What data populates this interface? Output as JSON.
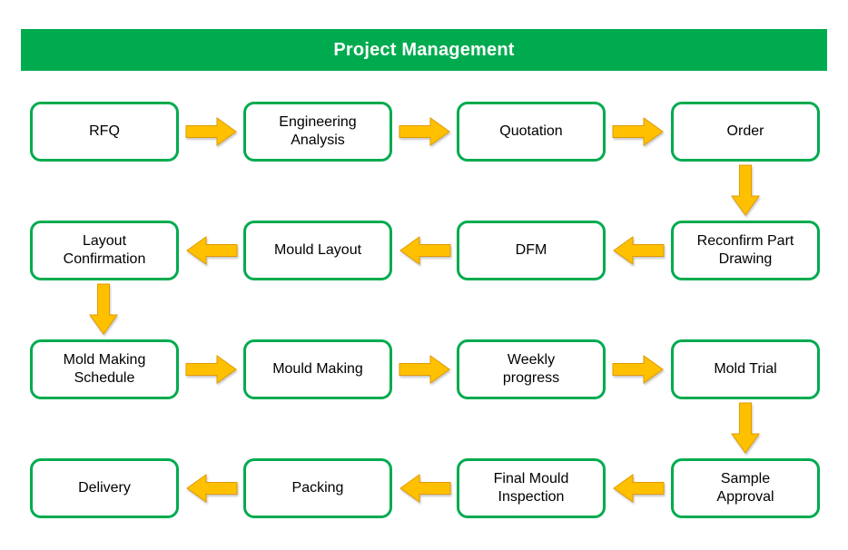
{
  "title": "Project Management",
  "colors": {
    "green": "#00AB4F",
    "arrow_fill": "#FFC000",
    "arrow_outline": "#E09A00",
    "box_background": "#FFFFFF",
    "text": "#000000",
    "title_text": "#FFFFFF"
  },
  "flow": {
    "rows": [
      {
        "direction": "right",
        "boxes": [
          "RFQ",
          "Engineering\nAnalysis",
          "Quotation",
          "Order"
        ]
      },
      {
        "direction": "left",
        "boxes": [
          "Layout\nConfirmation",
          "Mould Layout",
          "DFM",
          "Reconfirm Part\nDrawing"
        ]
      },
      {
        "direction": "right",
        "boxes": [
          "Mold Making\nSchedule",
          "Mould Making",
          "Weekly\nprogress",
          "Mold Trial"
        ]
      },
      {
        "direction": "left",
        "boxes": [
          "Delivery",
          "Packing",
          "Final Mould\nInspection",
          "Sample\nApproval"
        ]
      }
    ],
    "sequence": [
      "RFQ",
      "Engineering Analysis",
      "Quotation",
      "Order",
      "Reconfirm Part Drawing",
      "DFM",
      "Mould Layout",
      "Layout Confirmation",
      "Mold Making Schedule",
      "Mould Making",
      "Weekly progress",
      "Mold Trial",
      "Sample Approval",
      "Final Mould Inspection",
      "Packing",
      "Delivery"
    ]
  }
}
